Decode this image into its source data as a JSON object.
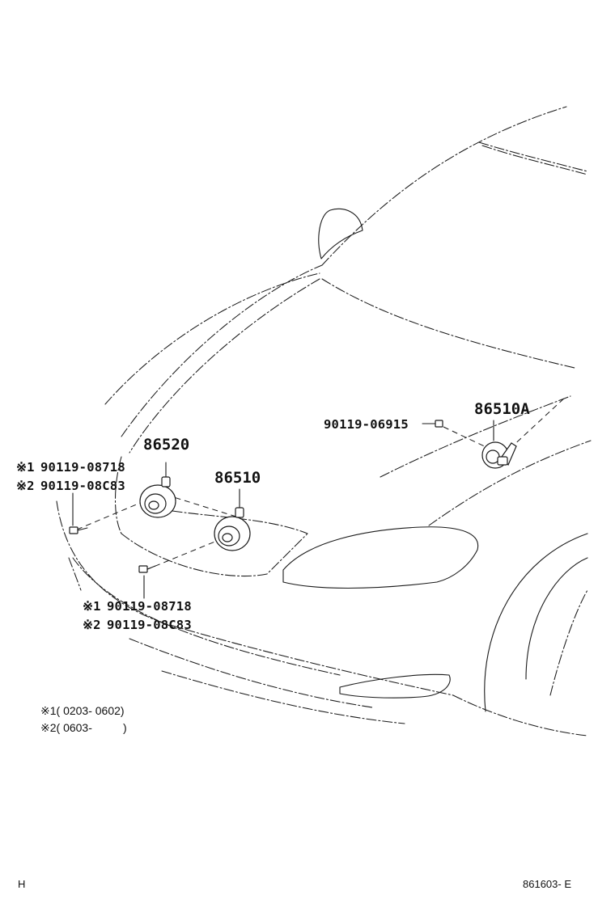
{
  "labels": {
    "horn_low": "86520",
    "horn_high": "86510",
    "horn_high_a": "86510A",
    "bolt_right": "90119-06915",
    "upper_bolt_mark1": "※1",
    "upper_bolt_1": "90119-08718",
    "upper_bolt_mark2": "※2",
    "upper_bolt_2": "90119-08C83",
    "lower_bolt_mark1": "※1",
    "lower_bolt_1": "90119-08718",
    "lower_bolt_mark2": "※2",
    "lower_bolt_2": "90119-08C83"
  },
  "notes": {
    "note1": "※1( 0203- 0602)",
    "note2": "※2( 0603-",
    "note2_close": ")"
  },
  "footer": {
    "left": "H",
    "right": "861603- E"
  }
}
